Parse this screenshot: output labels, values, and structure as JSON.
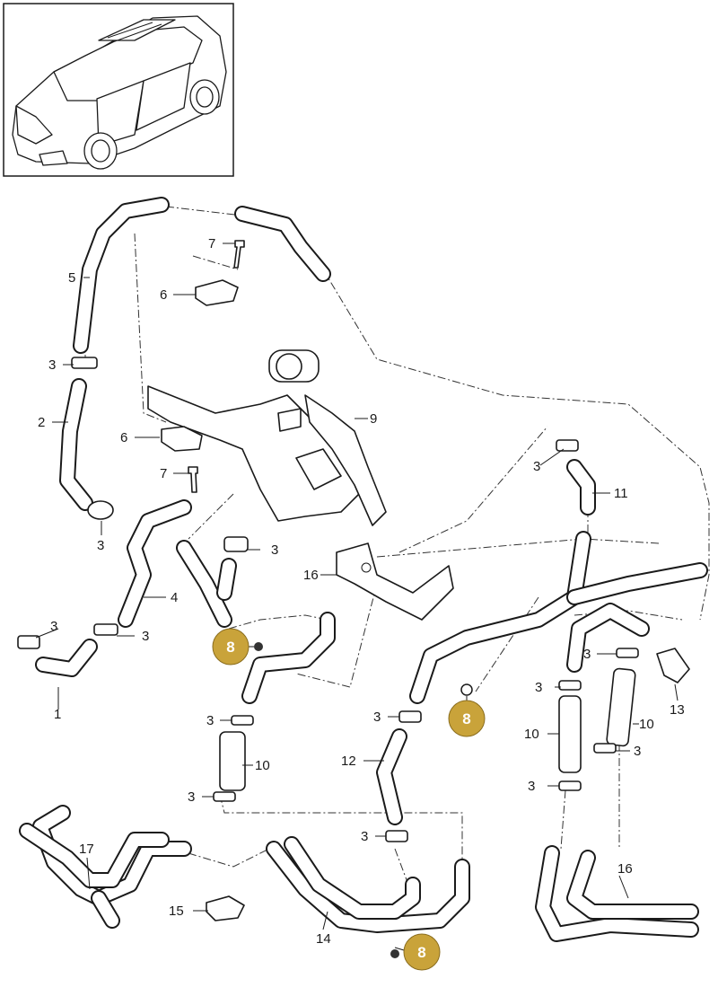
{
  "colors": {
    "badge": "#c9a33a",
    "line": "#1a1a1a"
  },
  "callouts": {
    "c1": "1",
    "c2": "2",
    "c3": "3",
    "c4": "4",
    "c5": "5",
    "c6": "6",
    "c7": "7",
    "c9": "9",
    "c10": "10",
    "c11": "11",
    "c12": "12",
    "c13": "13",
    "c14": "14",
    "c15": "15",
    "c16": "16",
    "c17": "17"
  },
  "badges": {
    "b8": "8"
  },
  "icons": {
    "thumbnail": "vehicle-icon",
    "clamp": "hose-clamp-icon",
    "nut": "nut-icon"
  }
}
